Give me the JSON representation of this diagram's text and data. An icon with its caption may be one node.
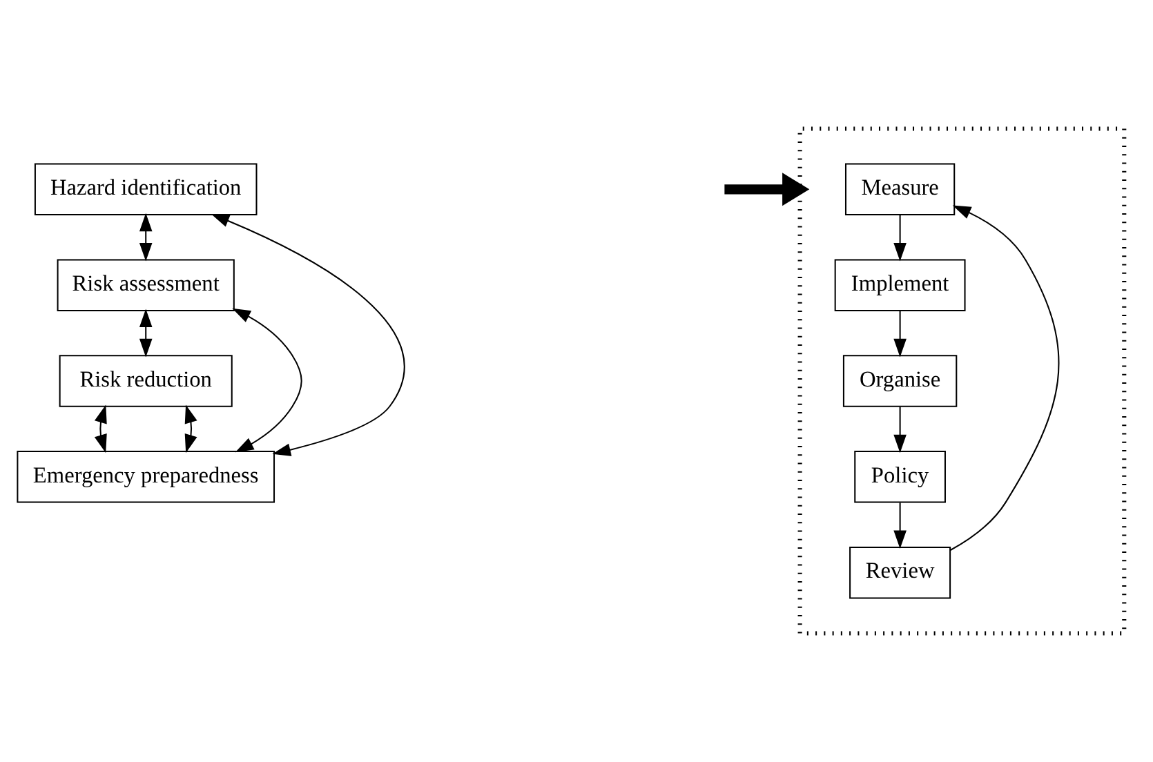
{
  "diagram": {
    "nodes": [
      {
        "text": [
          "Hazard identification"
        ]
      },
      {
        "text": [
          "Risk assessment"
        ]
      },
      {
        "text": [
          "Risk reduction"
        ]
      },
      {
        "text": [
          "Emergency preparedness"
        ]
      },
      {
        "text": [],
        "shape": "box"
      },
      {
        "text": [
          "Measure"
        ],
        "in": 4
      },
      {
        "text": [
          "Implement"
        ],
        "in": 4
      },
      {
        "text": [
          "Organise"
        ],
        "in": 4
      },
      {
        "text": [
          "Policy"
        ],
        "in": 4
      },
      {
        "text": [
          "Review"
        ],
        "in": 4
      }
    ],
    "edges": [
      {
        "from": 0,
        "to": 1,
        "arrow": "both"
      },
      {
        "from": 1,
        "to": 2,
        "arrow": "both"
      },
      {
        "from": 2,
        "to": 3,
        "arrow": "both"
      },
      {
        "from": 3,
        "to": 0,
        "arrow": "both"
      },
      {
        "from": 3,
        "to": 1,
        "arrow": "both"
      },
      {
        "from": 3,
        "to": 2,
        "arrow": "both"
      },
      {
        "from": null,
        "to": 4,
        "arrow": "to",
        "style": "thick"
      },
      {
        "from": 5,
        "to": 6,
        "arrow": "to"
      },
      {
        "from": 6,
        "to": 7,
        "arrow": "to"
      },
      {
        "from": 7,
        "to": 8,
        "arrow": "to"
      },
      {
        "from": 8,
        "to": 9,
        "arrow": "to"
      },
      {
        "from": 9,
        "to": 5,
        "arrow": "to"
      }
    ]
  }
}
